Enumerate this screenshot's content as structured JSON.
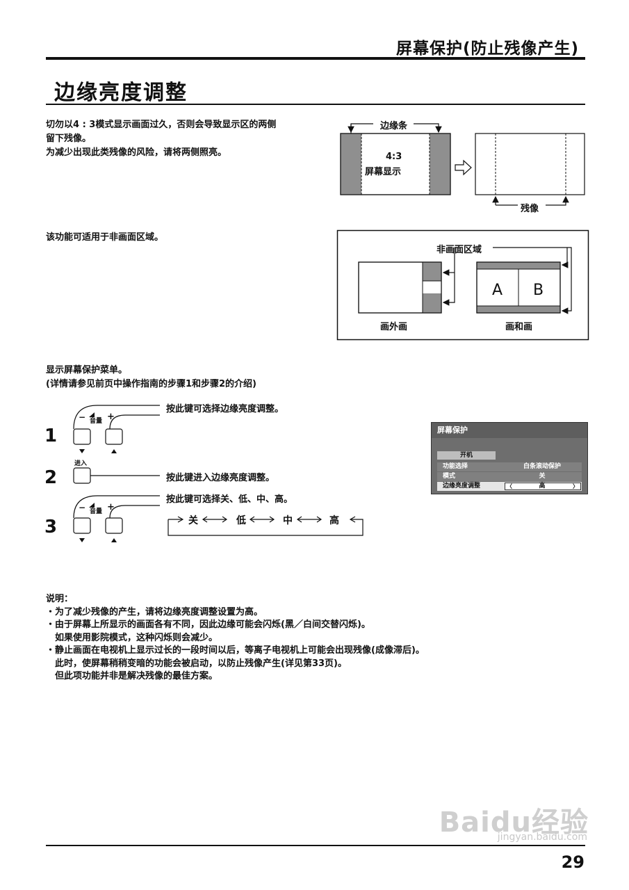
{
  "header": {
    "title": "屏幕保护(防止残像产生)"
  },
  "section": {
    "title": "边缘亮度调整"
  },
  "intro": {
    "lines": [
      "切勿以4 : 3模式显示画面过久，否则会导致显示区的两侧",
      "留下残像。",
      "为减少出现此类残像的风险，请将两侧照亮。"
    ]
  },
  "diagram1": {
    "label_top": "边缘条",
    "box_line1": "4:3",
    "box_line2": "屏幕显示",
    "label_bottom": "残像"
  },
  "applies": {
    "text": "该功能可适用于非画面区域。"
  },
  "diagram2": {
    "label_non_area": "非画面区域",
    "label_a": "A",
    "label_b": "B",
    "label_pop": "画外画",
    "label_pip": "画和画"
  },
  "menu_intro": {
    "line1": "显示屏幕保护菜单。",
    "line2": "(详情请参见前页中操作指南的步骤1和步骤2的介绍)"
  },
  "steps": [
    {
      "num": "1",
      "text": "按此键可选择边缘亮度调整。",
      "key_label": "音量",
      "minus": "−",
      "plus": "+"
    },
    {
      "num": "2",
      "text": "按此键进入边缘亮度调整。",
      "key_label": "进入"
    },
    {
      "num": "3",
      "text": "按此键可选择关、低、中、高。",
      "key_label": "音量",
      "minus": "−",
      "plus": "+"
    }
  ],
  "cycle": {
    "items": [
      "关",
      "低",
      "中",
      "高"
    ]
  },
  "osd": {
    "title": "屏幕保护",
    "button": "开机",
    "rows": [
      {
        "key": "功能选择",
        "value": "白条滚动保护"
      },
      {
        "key": "模式",
        "value": "关"
      },
      {
        "key": "边缘亮度调整",
        "value": "高"
      }
    ],
    "colors": {
      "bg": "#6e6e6e",
      "title_bg": "#5e5e5e",
      "highlight": "#8a8a8a",
      "selected": "#e6e6e6"
    }
  },
  "notes": {
    "title": "说明：",
    "lines": [
      "・为了减少残像的产生，请将边缘亮度调整设置为高。",
      "・由于屏幕上所显示的画面各有不同，因此边缘可能会闪烁(黑／白间交替闪烁)。",
      "　如果使用影院模式，这种闪烁则会减少。",
      "・静止画面在电视机上显示过长的一段时间以后，等离子电视机上可能会出现残像(成像滞后)。",
      "　此时，使屏幕稍稍变暗的功能会被启动，以防止残像产生(详见第33页)。",
      "　但此项功能并非是解决残像的最佳方案。"
    ]
  },
  "footer": {
    "page": "29"
  },
  "watermark": {
    "brand": "Baidu经验",
    "url": "jingyan.baidu.com"
  }
}
